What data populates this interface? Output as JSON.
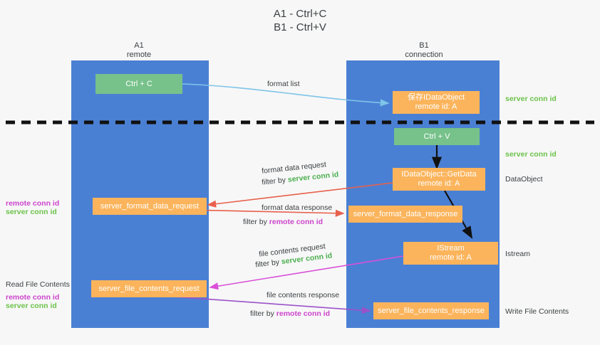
{
  "title": {
    "line1": "A1 - Ctrl+C",
    "line2": "B1 - Ctrl+V"
  },
  "lanes": [
    {
      "id": "a1",
      "name": "A1",
      "sub": "remote",
      "color": "#4a80d4"
    },
    {
      "id": "b1",
      "name": "B1",
      "sub": "connection",
      "color": "#4a80d4"
    }
  ],
  "nodes": {
    "ctrl_c": {
      "line1": "Ctrl + C",
      "line2": "",
      "color": "#76c28a"
    },
    "save_idataobject": {
      "line1": "保存IDataObject",
      "line2": "remote id: A",
      "color": "#fbb45c"
    },
    "ctrl_v": {
      "line1": "Ctrl + V",
      "line2": "",
      "color": "#76c28a"
    },
    "getdata": {
      "line1": "IDataObject::GetData",
      "line2": "remote id: A",
      "color": "#fbb45c"
    },
    "istream": {
      "line1": "IStream",
      "line2": "remote id: A",
      "color": "#fbb45c"
    },
    "fmt_req": {
      "line1": "server_format_data_request",
      "line2": "",
      "color": "#fbb45c"
    },
    "fmt_resp": {
      "line1": "server_format_data_response",
      "line2": "",
      "color": "#fbb45c"
    },
    "file_req": {
      "line1": "server_file_contents_request",
      "line2": "",
      "color": "#fbb45c"
    },
    "file_resp": {
      "line1": "server_file_contents_response",
      "line2": "",
      "color": "#fbb45c"
    }
  },
  "edge_labels": {
    "format_list": {
      "text": "format list"
    },
    "fmt_data_req": {
      "text": "format data request"
    },
    "fmt_data_req_filter": {
      "prefix": "filter by ",
      "token": "server conn id",
      "token_color": "#4caf50"
    },
    "fmt_data_resp": {
      "text": "format data response"
    },
    "fmt_data_resp_filter": {
      "prefix": "filter by ",
      "token": "remote conn id",
      "token_color": "#cc44cc"
    },
    "file_req_label": {
      "text": "file contents request"
    },
    "file_req_filter": {
      "prefix": "filter by ",
      "token": "server conn id",
      "token_color": "#4caf50"
    },
    "file_resp_label": {
      "text": "file contents response"
    },
    "file_resp_filter": {
      "prefix": "filter by ",
      "token": "remote conn id",
      "token_color": "#cc44cc"
    }
  },
  "side_notes": {
    "right_server_conn_1": {
      "text": "server conn id",
      "color": "#6cc24a"
    },
    "right_server_conn_2": {
      "text": "server conn id",
      "color": "#6cc24a"
    },
    "right_dataobject": {
      "text": "DataObject",
      "color": "#3c4043"
    },
    "right_istream": {
      "text": "Istream",
      "color": "#3c4043"
    },
    "right_writefile": {
      "text": "Write File Contents",
      "color": "#3c4043"
    },
    "left_remote_conn_1": {
      "text": "remote conn id",
      "color": "#cc44cc"
    },
    "left_server_conn_1": {
      "text": "server conn id",
      "color": "#6cc24a"
    },
    "left_readfile": {
      "text": "Read File Contents",
      "color": "#3c4043"
    },
    "left_remote_conn_2": {
      "text": "remote conn id",
      "color": "#cc44cc"
    },
    "left_server_conn_2": {
      "text": "server conn id",
      "color": "#6cc24a"
    }
  },
  "colors": {
    "lane": "#4a80d4",
    "green_box": "#76c28a",
    "orange_box": "#fbb45c",
    "arrow_blue": "#7ec4e8",
    "arrow_red": "#e8604c",
    "arrow_magenta": "#d94fd9",
    "arrow_purple": "#9b52c9",
    "arrow_black": "#000000",
    "dashed_line": "#111111",
    "background": "#f7f7f7"
  }
}
